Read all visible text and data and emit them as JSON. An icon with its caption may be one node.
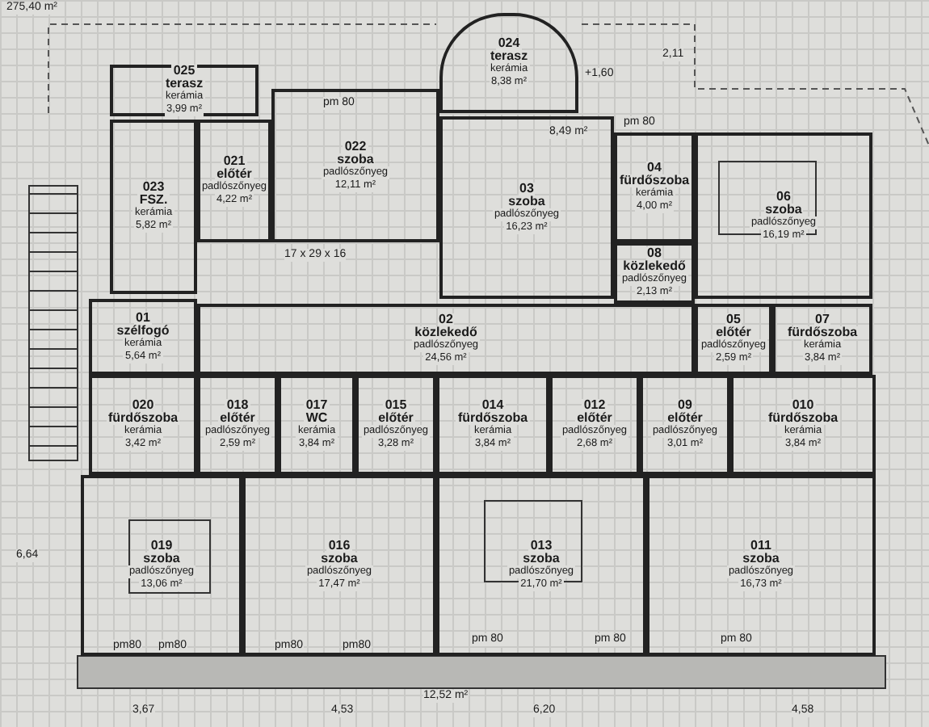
{
  "diagram": {
    "nodes": [
      {
        "text": [
          "025",
          "terasz",
          "kerámia",
          "3,99 m²"
        ]
      },
      {
        "text": [
          "024",
          "terasz",
          "kerámia",
          "8,38 m²"
        ]
      },
      {
        "text": [
          "023",
          "FSZ.",
          "kerámia",
          "5,82 m²"
        ]
      },
      {
        "text": [
          "021",
          "előtér",
          "padlószőnyeg",
          "4,22 m²"
        ]
      },
      {
        "text": [
          "022",
          "szoba",
          "padlószőnyeg",
          "12,11 m²"
        ]
      },
      {
        "text": [
          "03",
          "szoba",
          "padlószőnyeg",
          "16,23 m²"
        ]
      },
      {
        "text": [
          "04",
          "fürdőszoba",
          "kerámia",
          "4,00 m²"
        ]
      },
      {
        "text": [
          "06",
          "szoba",
          "padlószőnyeg",
          "16,19 m²"
        ]
      },
      {
        "text": [
          "08",
          "közlekedő",
          "padlószőnyeg",
          "2,13 m²"
        ]
      },
      {
        "text": [
          "01",
          "szélfogó",
          "kerámia",
          "5,64 m²"
        ]
      },
      {
        "text": [
          "02",
          "közlekedő",
          "padlószőnyeg",
          "24,56 m²"
        ]
      },
      {
        "text": [
          "05",
          "előtér",
          "padlószőnyeg",
          "2,59 m²"
        ]
      },
      {
        "text": [
          "07",
          "fürdőszoba",
          "kerámia",
          "3,84 m²"
        ]
      },
      {
        "text": [
          "020",
          "fürdőszoba",
          "kerámia",
          "3,42 m²"
        ]
      },
      {
        "text": [
          "018",
          "előtér",
          "padlószőnyeg",
          "2,59 m²"
        ]
      },
      {
        "text": [
          "017",
          "WC",
          "kerámia",
          "3,84 m²"
        ]
      },
      {
        "text": [
          "015",
          "előtér",
          "padlószőnyeg",
          "3,28 m²"
        ]
      },
      {
        "text": [
          "014",
          "fürdőszoba",
          "kerámia",
          "3,84 m²"
        ]
      },
      {
        "text": [
          "012",
          "előtér",
          "padlószőnyeg",
          "2,68 m²"
        ]
      },
      {
        "text": [
          "09",
          "előtér",
          "padlószőnyeg",
          "3,01 m²"
        ]
      },
      {
        "text": [
          "010",
          "fürdőszoba",
          "kerámia",
          "3,84 m²"
        ]
      },
      {
        "text": [
          "019",
          "szoba",
          "padlószőnyeg",
          "13,06 m²"
        ]
      },
      {
        "text": [
          "016",
          "szoba",
          "padlószőnyeg",
          "17,47 m²"
        ]
      },
      {
        "text": [
          "013",
          "szoba",
          "padlószőnyeg",
          "21,70 m²"
        ]
      },
      {
        "text": [
          "011",
          "szoba",
          "padlószőnyeg",
          "16,73 m²"
        ]
      }
    ],
    "labels": [
      "275,40 m²",
      "+1,60",
      "2,11",
      "pm 80",
      "pm 80",
      "8,49 m²",
      "17 x 29 x 16",
      "6,64",
      "pm80",
      "pm80",
      "pm80",
      "pm80",
      "pm 80",
      "pm 80",
      "pm 80",
      "3,67",
      "4,53",
      "12,52 m²",
      "6,20",
      "4,58"
    ]
  }
}
